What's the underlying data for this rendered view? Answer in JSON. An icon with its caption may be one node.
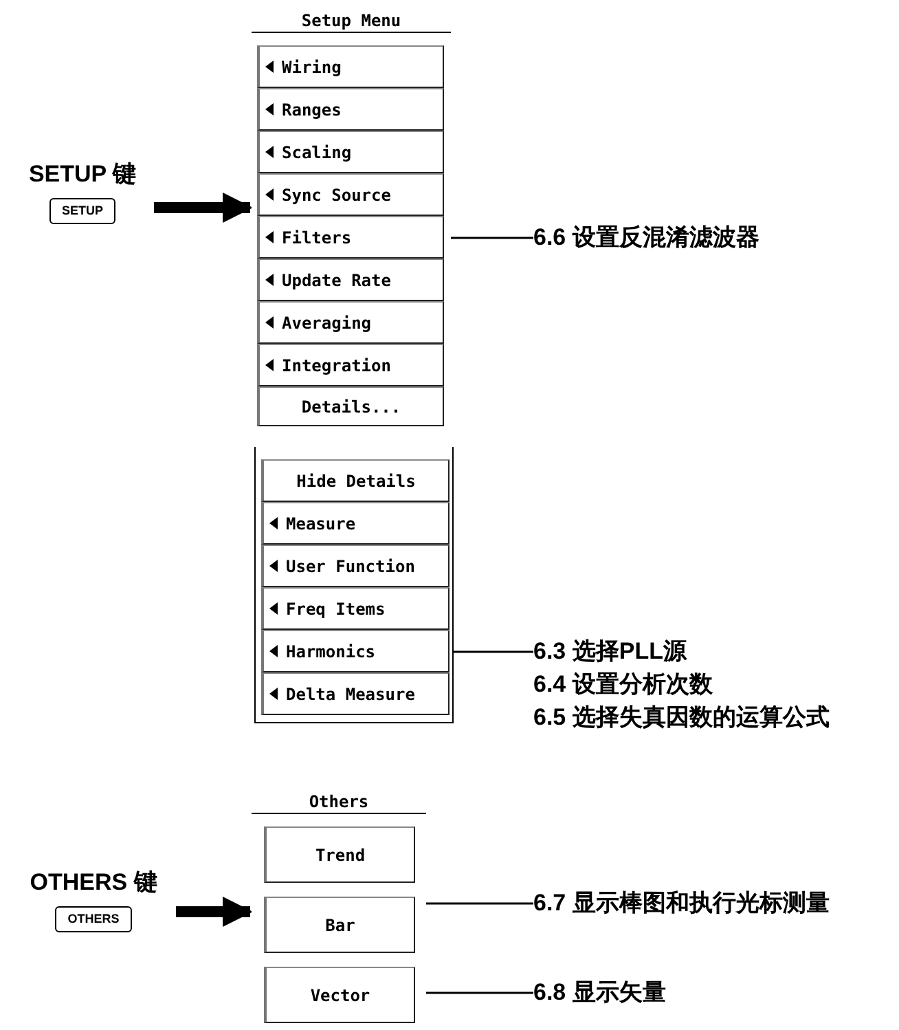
{
  "diagram": {
    "nodes": [
      {
        "text": [
          "SETUP 键",
          "SETUP"
        ]
      },
      {
        "text": [
          "Setup Menu"
        ]
      },
      {
        "text": [
          "Wiring"
        ],
        "in": 1
      },
      {
        "text": [
          "Ranges"
        ],
        "in": 1
      },
      {
        "text": [
          "Scaling"
        ],
        "in": 1
      },
      {
        "text": [
          "Sync Source"
        ],
        "in": 1
      },
      {
        "text": [
          "Filters"
        ],
        "in": 1
      },
      {
        "text": [
          "Update Rate"
        ],
        "in": 1
      },
      {
        "text": [
          "Averaging"
        ],
        "in": 1
      },
      {
        "text": [
          "Integration"
        ],
        "in": 1
      },
      {
        "text": [
          "Details..."
        ],
        "in": 1
      },
      {
        "text": [
          "6.6 设置反混淆滤波器"
        ]
      },
      {
        "text": [],
        "shape": "box"
      },
      {
        "text": [
          "Hide Details"
        ],
        "in": 12
      },
      {
        "text": [
          "Measure"
        ],
        "in": 12
      },
      {
        "text": [
          "User Function"
        ],
        "in": 12
      },
      {
        "text": [
          "Freq Items"
        ],
        "in": 12
      },
      {
        "text": [
          "Harmonics"
        ],
        "in": 12
      },
      {
        "text": [
          "Delta Measure"
        ],
        "in": 12
      },
      {
        "text": [
          "6.3 选择PLL源",
          "6.4 设置分析次数",
          "6.5 选择失真因数的运算公式"
        ]
      },
      {
        "text": [
          "OTHERS 键",
          "OTHERS"
        ]
      },
      {
        "text": [
          "Others"
        ]
      },
      {
        "text": [
          "Trend"
        ],
        "in": 21
      },
      {
        "text": [
          "Bar"
        ],
        "in": 21
      },
      {
        "text": [
          "Vector"
        ],
        "in": 21
      },
      {
        "text": [
          "6.7 显示棒图和执行光标测量"
        ]
      },
      {
        "text": [
          "6.8 显示矢量"
        ]
      }
    ],
    "edges": [
      {
        "from": 0,
        "to": 1,
        "arrow": "to",
        "style": "thick"
      },
      {
        "from": 11,
        "to": 6,
        "arrow": "none"
      },
      {
        "from": 19,
        "to": 17,
        "arrow": "none"
      },
      {
        "from": 20,
        "to": 21,
        "arrow": "to",
        "style": "thick"
      },
      {
        "from": 25,
        "to": 23,
        "arrow": "none"
      },
      {
        "from": 26,
        "to": 24,
        "arrow": "none"
      }
    ]
  }
}
